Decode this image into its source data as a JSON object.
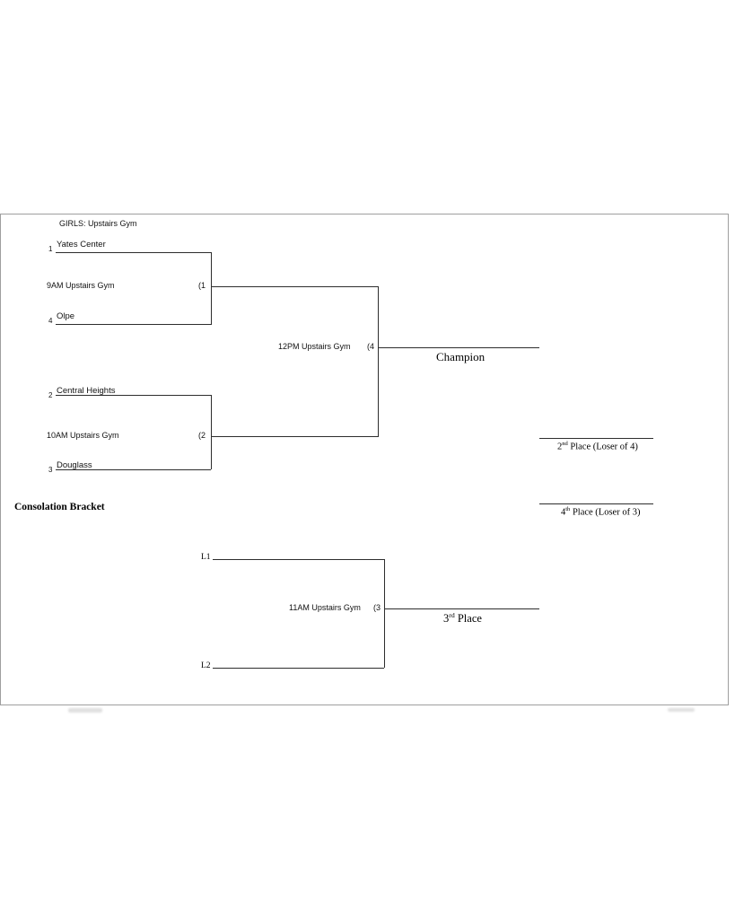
{
  "title": "GIRLS: Upstairs Gym",
  "main_bracket": {
    "team1": {
      "seed": "1",
      "name": "Yates Center"
    },
    "team4": {
      "seed": "4",
      "name": "Olpe"
    },
    "team2": {
      "seed": "2",
      "name": "Central Heights"
    },
    "team3": {
      "seed": "3",
      "name": "Douglass"
    },
    "game1": {
      "time": "9AM Upstairs Gym",
      "num": "(1"
    },
    "game2": {
      "time": "10AM Upstairs Gym",
      "num": "(2"
    },
    "final": {
      "time": "12PM Upstairs Gym",
      "num": "(4"
    }
  },
  "consolation": {
    "title": "Consolation Bracket",
    "l1": "L1",
    "l2": "L2",
    "game3": {
      "time": "11AM Upstairs Gym",
      "num": "(3"
    }
  },
  "placements": {
    "champion": "Champion",
    "second": {
      "base": "2",
      "sup": "nd",
      "rest": " Place (Loser of 4)"
    },
    "third": {
      "base": "3",
      "sup": "rd",
      "rest": " Place"
    },
    "fourth": {
      "base": "4",
      "sup": "th",
      "rest": " Place (Loser of 3)"
    }
  }
}
